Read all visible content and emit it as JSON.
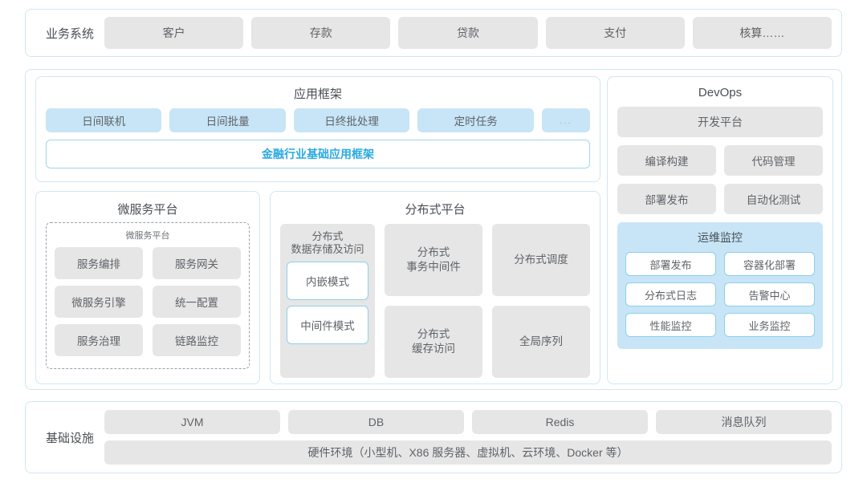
{
  "business_systems": {
    "label": "业务系统",
    "items": [
      "客户",
      "存款",
      "贷款",
      "支付",
      "核算……"
    ]
  },
  "app_framework": {
    "title": "应用框架",
    "items": [
      "日间联机",
      "日间批量",
      "日终批处理",
      "定时任务",
      "..."
    ],
    "banner": "金融行业基础应用框架",
    "banner_color": "#2aa9e0"
  },
  "microservice_platform": {
    "title": "微服务平台",
    "inner_title": "微服务平台",
    "items": [
      "服务编排",
      "服务网关",
      "微服务引擎",
      "统一配置",
      "服务治理",
      "链路监控"
    ]
  },
  "distributed_platform": {
    "title": "分布式平台",
    "storage": {
      "title": "分布式\n数据存储及访问",
      "title_line1": "分布式",
      "title_line2": "数据存储及访问",
      "modes": [
        "内嵌模式",
        "中间件模式"
      ]
    },
    "col2": [
      {
        "line1": "分布式",
        "line2": "事务中间件"
      },
      {
        "line1": "分布式",
        "line2": "缓存访问"
      }
    ],
    "col3": [
      {
        "line1": "分布式调度",
        "line2": ""
      },
      {
        "line1": "全局序列",
        "line2": ""
      }
    ]
  },
  "devops": {
    "title": "DevOps",
    "platform": "开发平台",
    "items": [
      "编译构建",
      "代码管理",
      "部署发布",
      "自动化测试"
    ],
    "ops": {
      "title": "运维监控",
      "items": [
        "部署发布",
        "容器化部署",
        "分布式日志",
        "告警中心",
        "性能监控",
        "业务监控"
      ]
    }
  },
  "infrastructure": {
    "label": "基础设施",
    "items": [
      "JVM",
      "DB",
      "Redis",
      "消息队列"
    ],
    "hardware": "硬件环境（小型机、X86 服务器、虚拟机、云环境、Docker 等）"
  },
  "colors": {
    "panel_border": "#cfe7ef",
    "grey_box": "#e6e6e6",
    "blue_box": "#c7e5f6",
    "accent_blue": "#2aa9e0",
    "text": "#5f6368"
  }
}
